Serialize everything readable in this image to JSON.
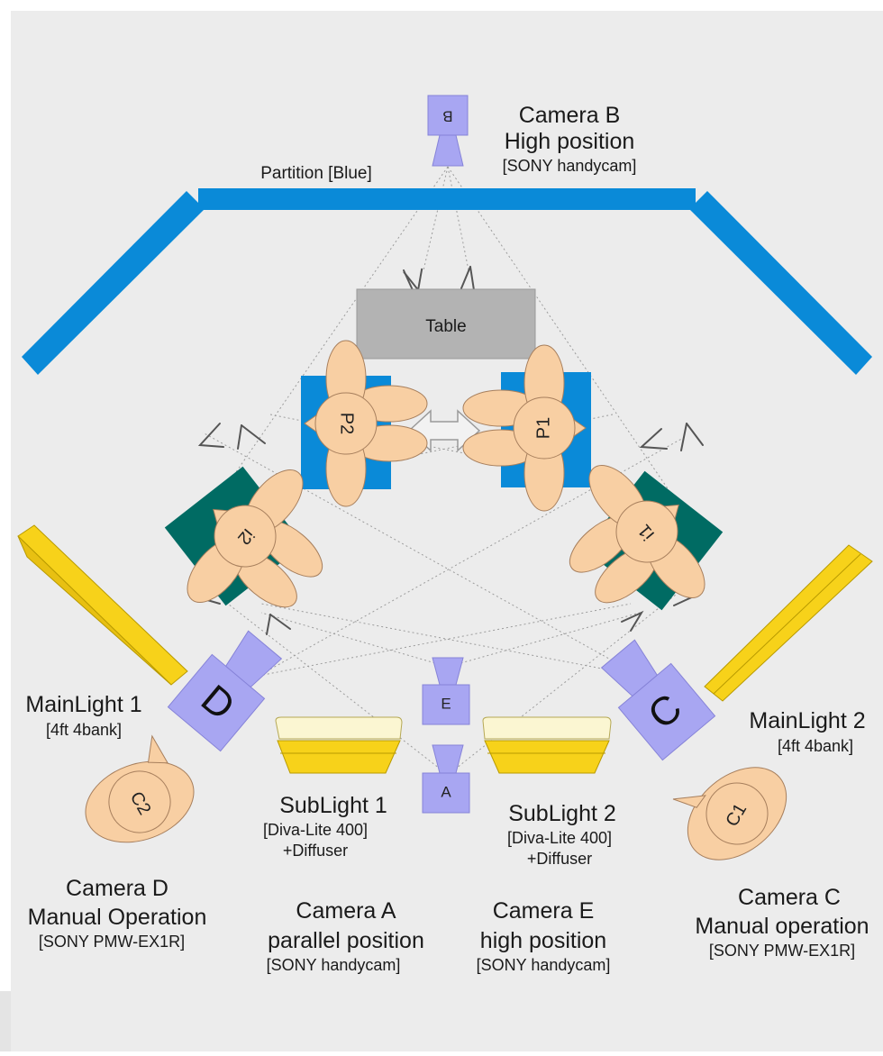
{
  "colors": {
    "background": "#ececec",
    "partition": "#0a8ad8",
    "person": "#f8cfa3",
    "person_stroke": "#a77f5d",
    "seat_blue": "#0a8ad8",
    "seat_teal": "#006b63",
    "camera": "#a8a6f2",
    "light_yellow": "#f7d21a",
    "diffuser": "#fbf6d2",
    "table": "#b3b3b3"
  },
  "partition": {
    "label": "Partition [Blue]"
  },
  "table": {
    "label": "Table"
  },
  "people": {
    "p1": "P1",
    "p2": "P2",
    "i1": "i1",
    "i2": "i2",
    "c1": "C1",
    "c2": "C2"
  },
  "cameras": {
    "a": {
      "letter": "A",
      "title": "Camera A",
      "subtitle": "parallel position",
      "model": "[SONY handycam]"
    },
    "b": {
      "letter": "B",
      "title": "Camera B",
      "subtitle": "High position",
      "model": "[SONY handycam]"
    },
    "c": {
      "letter": "C",
      "title": "Camera C",
      "subtitle": "Manual operation",
      "model": "[SONY PMW-EX1R]"
    },
    "d": {
      "letter": "D",
      "title": "Camera D",
      "subtitle": "Manual Operation",
      "model": "[SONY PMW-EX1R]"
    },
    "e": {
      "letter": "E",
      "title": "Camera E",
      "subtitle": "high position",
      "model": "[SONY handycam]"
    }
  },
  "lights": {
    "main1": {
      "title": "MainLight 1",
      "spec": "[4ft 4bank]"
    },
    "main2": {
      "title": "MainLight 2",
      "spec": "[4ft 4bank]"
    },
    "sub1": {
      "title": "SubLight 1",
      "spec": "[Diva-Lite 400]",
      "extra": "+Diffuser"
    },
    "sub2": {
      "title": "SubLight 2",
      "spec": "[Diva-Lite 400]",
      "extra": "+Diffuser"
    }
  }
}
